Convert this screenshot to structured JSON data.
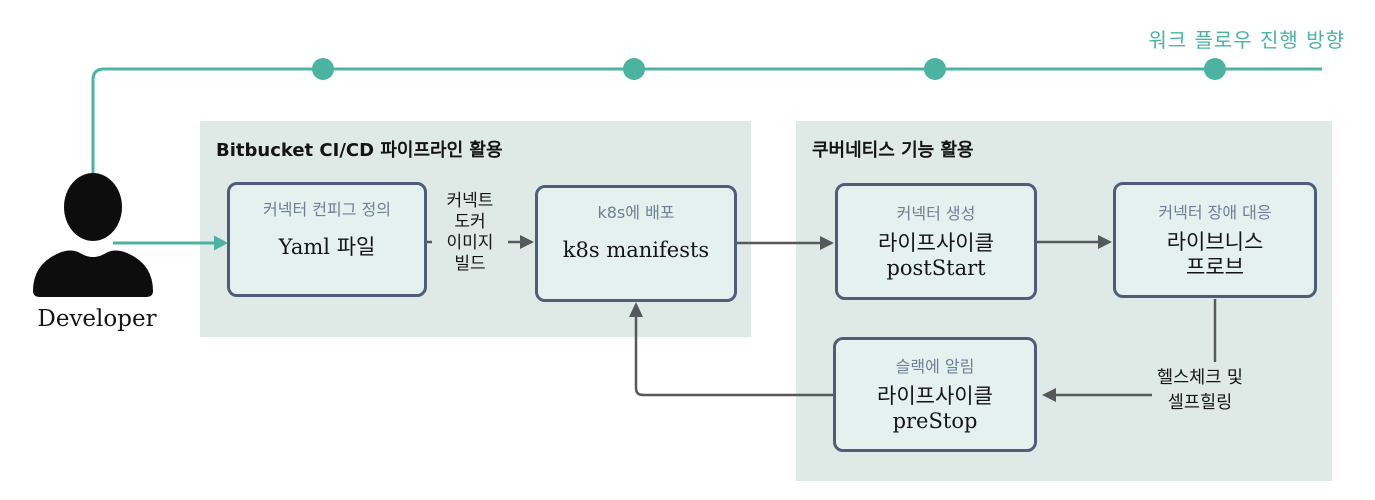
{
  "header": {
    "flow_direction_label": "워크 플로우 진행 방향"
  },
  "developer": {
    "label": "Developer"
  },
  "groups": {
    "bitbucket": {
      "title": "Bitbucket CI/CD 파이프라인 활용"
    },
    "kubernetes": {
      "title": "쿠버네티스 기능 활용"
    }
  },
  "nodes": {
    "yaml_config": {
      "subtitle": "커넥터 컨피그 정의",
      "title": "Yaml 파일"
    },
    "k8s_manifests": {
      "subtitle": "k8s에 배포",
      "title": "k8s manifests"
    },
    "poststart": {
      "subtitle": "커넥터 생성",
      "line2": "라이프사이클",
      "line3": "postStart"
    },
    "liveness": {
      "subtitle": "커넥터 장애 대응",
      "line2": "라이브니스",
      "line3": "프로브"
    },
    "prestop": {
      "subtitle": "슬랙에 알림",
      "line2": "라이프사이클",
      "line3": "preStop"
    }
  },
  "labels": {
    "docker_build_lines": [
      "커넥트",
      "도커",
      "이미지",
      "빌드"
    ],
    "healthcheck_lines": [
      "헬스체크 및",
      "셀프힐링"
    ]
  },
  "colors": {
    "accent": "#4db3a1",
    "group_fill": "#dfeae6",
    "node_fill": "#e4f1ee",
    "node_border": "#4e5e79",
    "subtitle_text": "#6e7f96",
    "arrow": "#55595c",
    "text": "#141414",
    "bg": "#ffffff"
  }
}
